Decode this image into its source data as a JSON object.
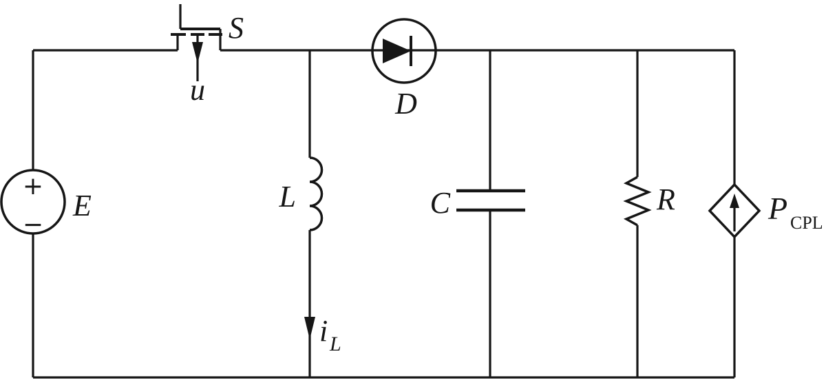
{
  "colors": {
    "ink": "#161616",
    "background": "#ffffff"
  },
  "components": {
    "switch": {
      "label": "S",
      "control": "u"
    },
    "source": {
      "label": "E",
      "plus": "+",
      "minus": "−"
    },
    "inductor": {
      "label": "L",
      "current_base": "i",
      "current_sub": "L"
    },
    "diode": {
      "label": "D"
    },
    "capacitor": {
      "label": "C"
    },
    "resistor": {
      "label": "R"
    },
    "cpl": {
      "base": "P",
      "sub": "CPL"
    }
  }
}
